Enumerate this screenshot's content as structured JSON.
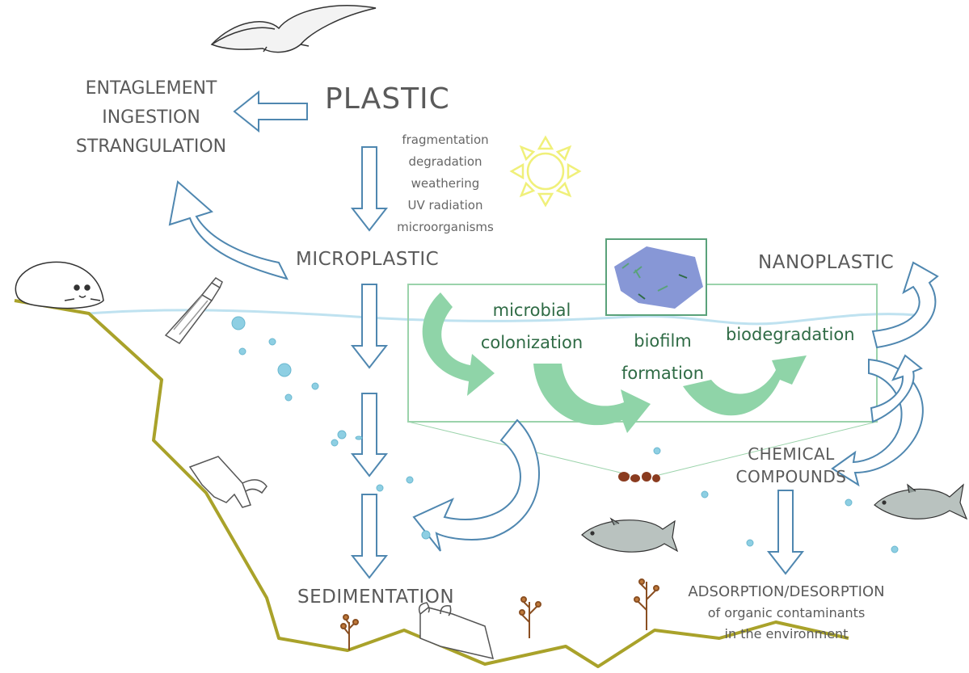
{
  "labels": {
    "plastic": "PLASTIC",
    "hazards": [
      "ENTAGLEMENT",
      "INGESTION",
      "STRANGULATION"
    ],
    "processes": [
      "fragmentation",
      "degradation",
      "weathering",
      "UV radiation",
      "microorganisms"
    ],
    "microplastic": "MICROPLASTIC",
    "nanoplastic": "NANOPLASTIC",
    "microbial_colonization": [
      "microbial",
      "colonization"
    ],
    "biofilm_formation": [
      "biofilm",
      "formation"
    ],
    "biodegradation": "biodegradation",
    "chemical_compounds": [
      "CHEMICAL",
      "COMPOUNDS"
    ],
    "sedimentation": "SEDIMENTATION",
    "adsorption_title": "ADSORPTION/DESORPTION",
    "adsorption_lines": [
      "of organic contaminants",
      "in the environment"
    ]
  },
  "icons": [
    "seagull-icon",
    "sun-icon",
    "seal-icon",
    "bottle-icon",
    "plastic-bag-icon",
    "fish-icon",
    "seaweed-icon",
    "biofilm-fragment-icon",
    "particle-icon"
  ],
  "colors": {
    "arrow_outline": "#4f87b0",
    "green_arrow": "#8fd4a8",
    "green_box": "#9bd3ab",
    "water_line": "#bfe2f0",
    "seafloor": "#a9a22a",
    "sun": "#f0f07a",
    "bubbles": "#8ecfe3",
    "biofilm_blue": "#8797d6",
    "seaweed": "#c07a3a",
    "text": "#5a5a5a",
    "green_text": "#2f6b45"
  }
}
